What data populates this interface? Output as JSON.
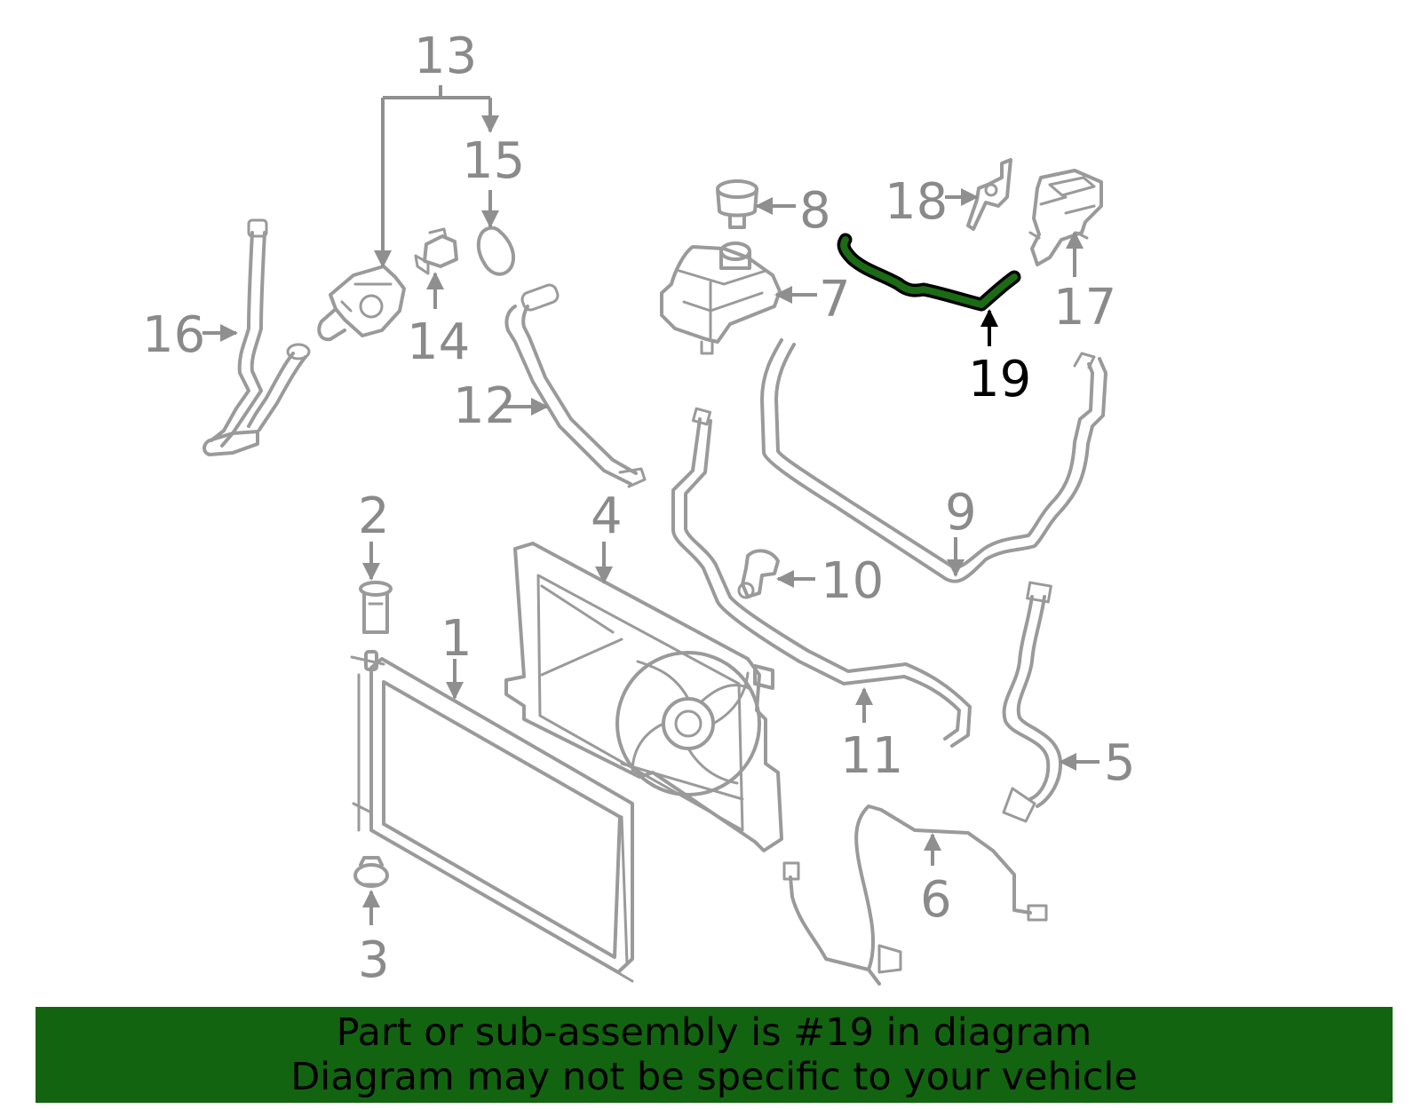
{
  "callouts": {
    "n1": "1",
    "n2": "2",
    "n3": "3",
    "n4": "4",
    "n5": "5",
    "n6": "6",
    "n7": "7",
    "n8": "8",
    "n9": "9",
    "n10": "10",
    "n11": "11",
    "n12": "12",
    "n13": "13",
    "n14": "14",
    "n15": "15",
    "n16": "16",
    "n17": "17",
    "n18": "18",
    "n19": "19"
  },
  "highlighted_part": "19",
  "colors": {
    "highlight": "#1b6a14",
    "banner": "#136410",
    "linework": "#9a9a9a"
  },
  "banner": {
    "line1": "Part or sub-assembly is #19 in diagram",
    "line2": "Diagram may not be specific to your vehicle"
  }
}
